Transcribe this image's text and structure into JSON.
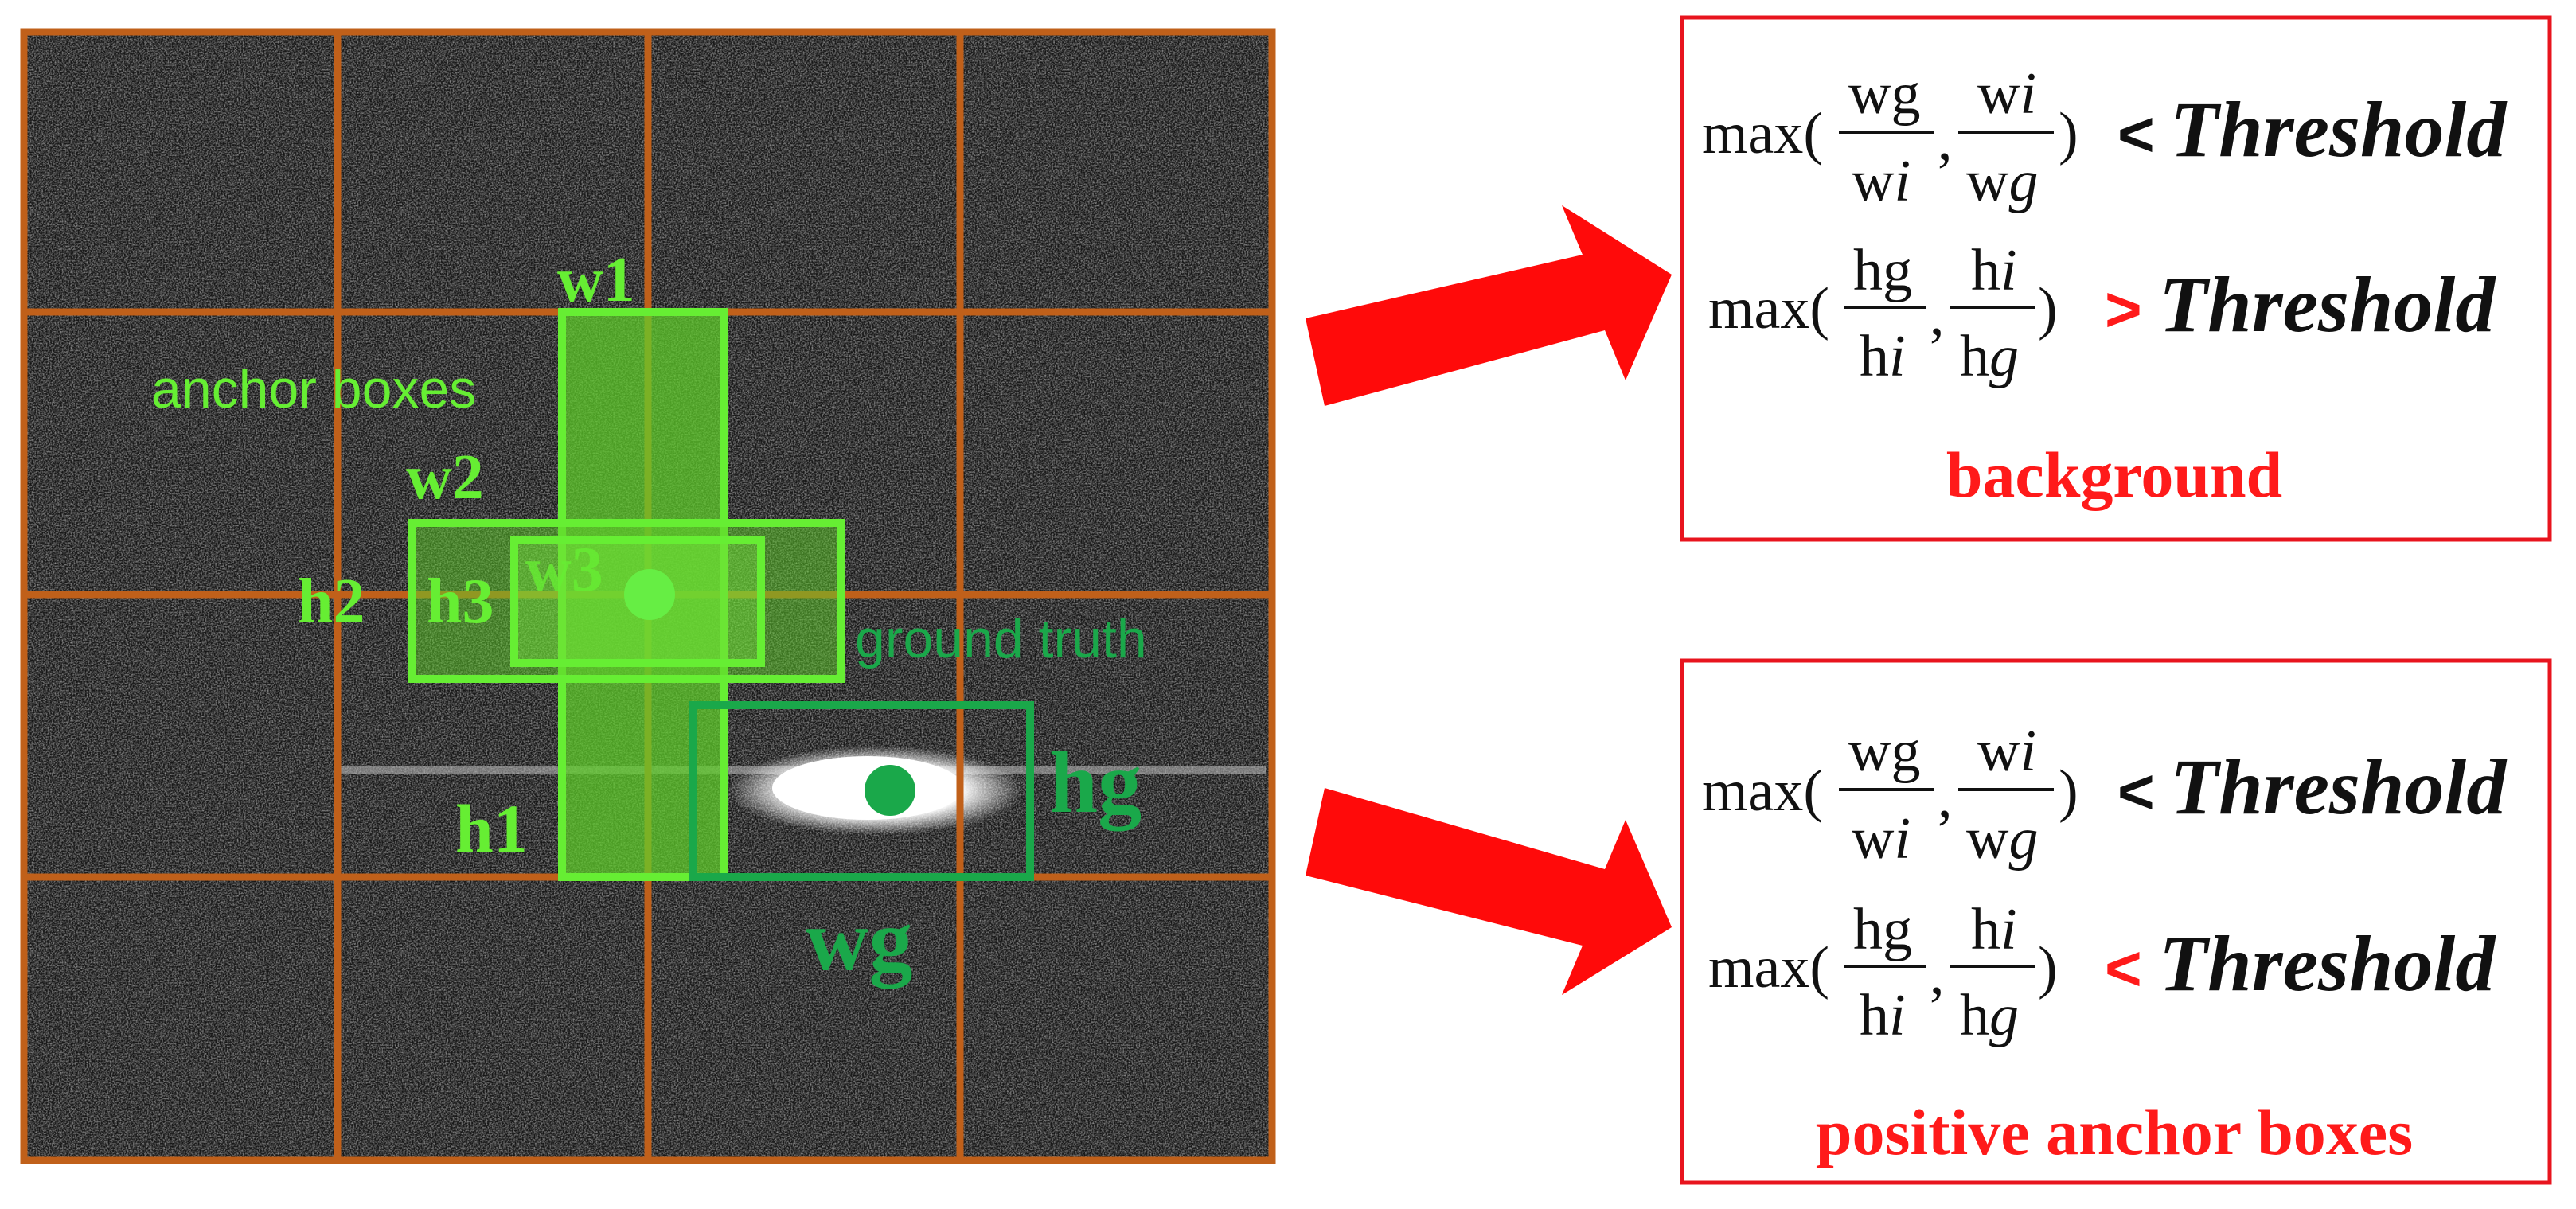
{
  "image_labels": {
    "w1": "w1",
    "w2": "w2",
    "w3": "w3",
    "h1": "h1",
    "h2": "h2",
    "h3": "h3",
    "hg": "hg",
    "wg": "wg",
    "anchor_boxes": "anchor boxes",
    "ground_truth": "ground truth"
  },
  "formula_parts": {
    "max_prefix": "max(",
    "comma": ",",
    "close_paren": ")",
    "wg": "wg",
    "w": "w",
    "i": "i",
    "h": "h",
    "g": "g",
    "hg": "hg",
    "threshold": "Threshold"
  },
  "box_background": {
    "width_op": "<",
    "height_op": ">",
    "result": "background"
  },
  "box_positive": {
    "width_op": "<",
    "height_op": "<",
    "result": "positive anchor boxes"
  },
  "colors": {
    "grid": "#C0601A",
    "anchor": "#66EE33",
    "anchor_fill": "#5FD02A",
    "ground_truth": "#1AA84A",
    "arrow": "#FF0A0A",
    "box_border": "#E8141E",
    "result_text": "#FF1A1A",
    "formula_text": "#111111"
  }
}
